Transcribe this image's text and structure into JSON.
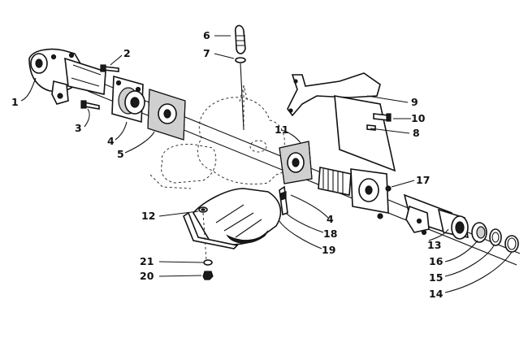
{
  "diagram": {
    "type": "exploded-parts-view",
    "callouts": {
      "c1": "1",
      "c2": "2",
      "c3": "3",
      "c4a": "4",
      "c5": "5",
      "c6": "6",
      "c7": "7",
      "c8": "8",
      "c9": "9",
      "c10": "10",
      "c11": "11",
      "c12": "12",
      "c13": "13",
      "c14": "14",
      "c15": "15",
      "c16": "16",
      "c17": "17",
      "c4b": "4",
      "c18": "18",
      "c19": "19",
      "c20": "20",
      "c21": "21"
    }
  }
}
